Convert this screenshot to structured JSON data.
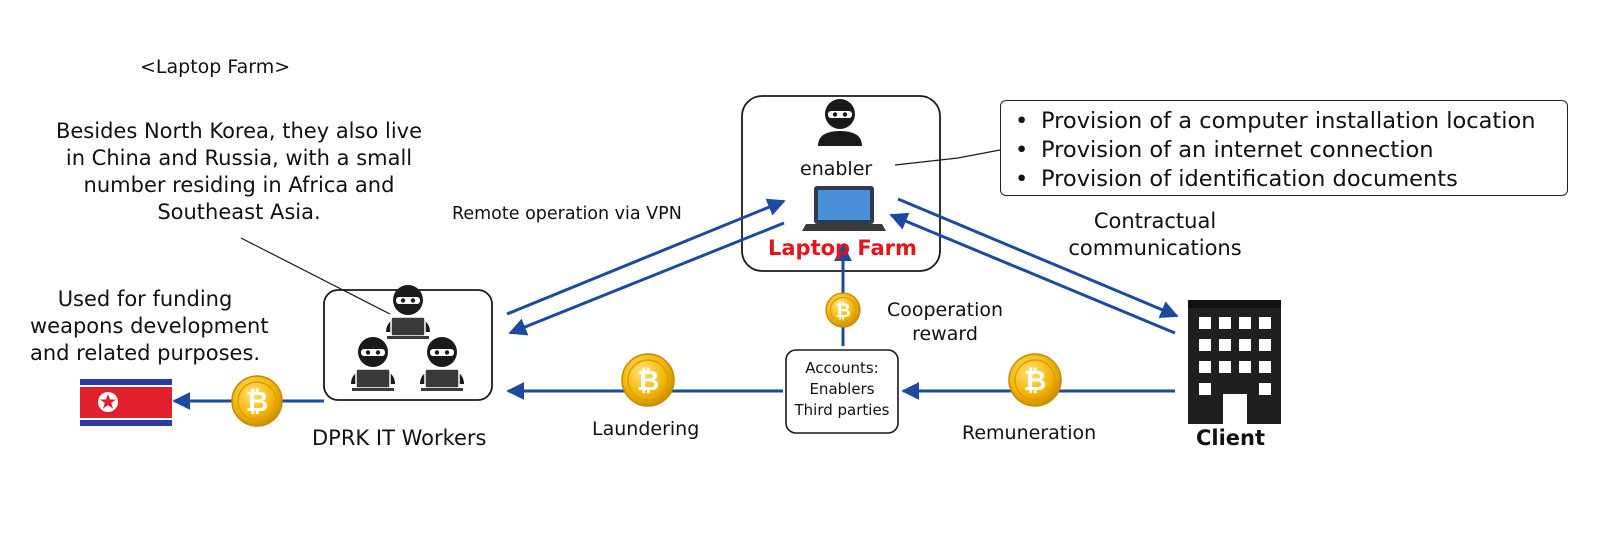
{
  "header_label": "<Laptop Farm>",
  "residence_note": [
    "Besides North Korea, they also live",
    "in China and Russia, with a small",
    "number residing in Africa and",
    "Southeast Asia."
  ],
  "funding_note": [
    "Used for funding",
    "weapons development",
    "and related purposes."
  ],
  "enabler_label": "enabler",
  "laptop_farm_label": "Laptop Farm",
  "enabler_provisions": [
    "Provision of a computer installation location",
    "Provision of an internet connection",
    "Provision of identification documents"
  ],
  "vpn_label": "Remote operation via VPN",
  "contract_label": [
    "Contractual",
    "communications"
  ],
  "cooperation_label": [
    "Cooperation",
    "reward"
  ],
  "accounts_box": [
    "Accounts:",
    "Enablers",
    "Third parties"
  ],
  "it_workers_label": "DPRK IT Workers",
  "laundering_label": "Laundering",
  "remuneration_label": "Remuneration",
  "client_label": "Client",
  "coin_symbol": "₿",
  "icons": [
    "north-korea-flag-icon",
    "bitcoin-coin-icon",
    "hacker-icon",
    "laptop-icon",
    "office-building-icon"
  ],
  "colors": {
    "arrow": "#1b4aa0",
    "laptop_farm_text": "#e4161b",
    "coin": "#f2b705",
    "coin_dark": "#c98a00",
    "flag_red": "#e0202a",
    "flag_blue": "#2b3aa6"
  }
}
